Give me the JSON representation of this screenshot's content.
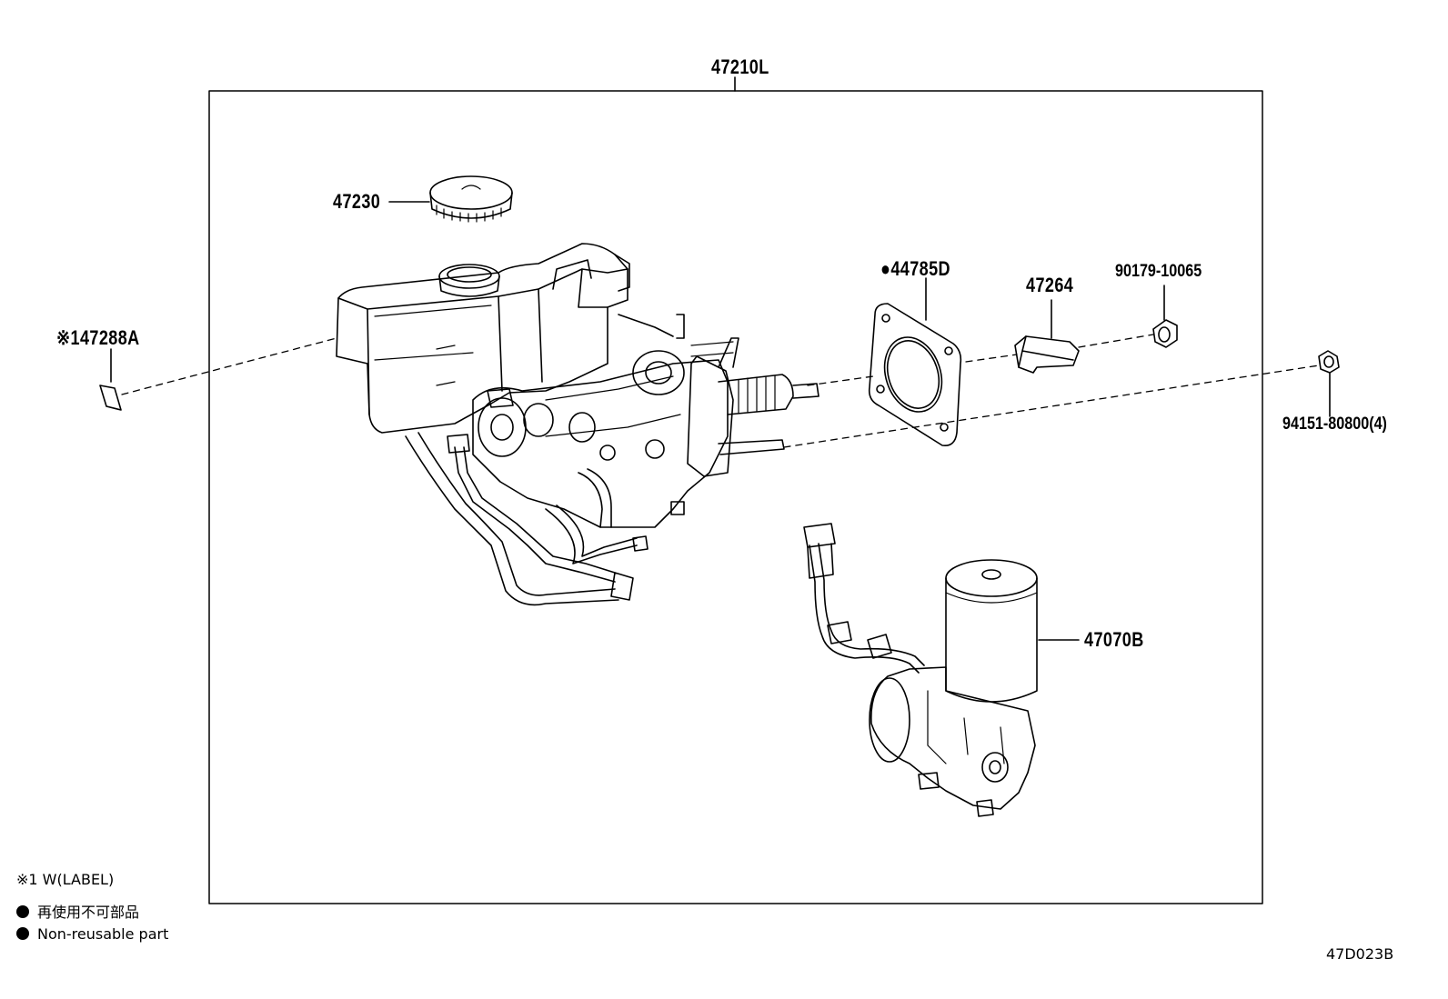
{
  "parts": {
    "assembly": "47210L",
    "cap": "47230",
    "label": "※147288A",
    "gasket": "44785D",
    "bracket": "47264",
    "nut": "90179-10065",
    "bolt": "94151-80800(4)",
    "pump": "47070B"
  },
  "legend": {
    "label_note": "※1 W(LABEL)",
    "nonreuse_jp": "再使用不可部品",
    "nonreuse_en": "Non-reusable part"
  },
  "diagram_code": "47D023B"
}
